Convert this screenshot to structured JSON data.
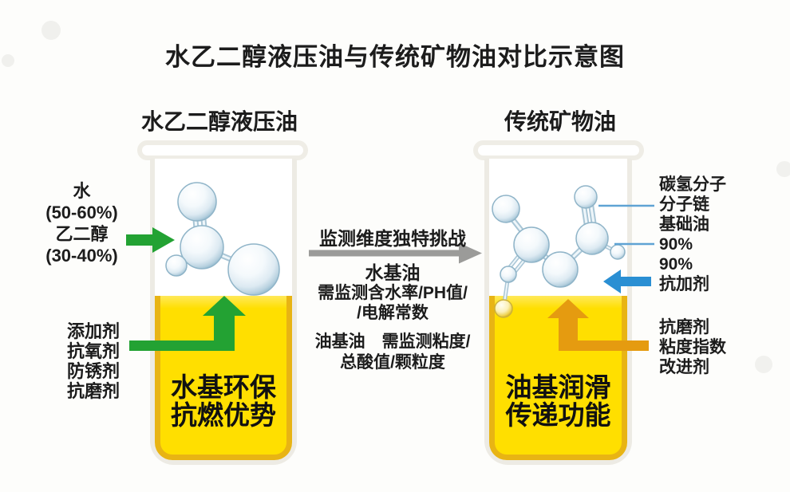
{
  "title": "水乙二醇液压油与传统矿物油对比示意图",
  "left": {
    "label": "水乙二醇液压油",
    "composition": [
      "水",
      "(50-60%)",
      "乙二醇",
      "(30-40%)"
    ],
    "additives": [
      "添加剂",
      "抗氧剂",
      "防锈剂",
      "抗磨剂"
    ],
    "highlight": [
      "水基环保",
      "抗燃优势"
    ]
  },
  "right": {
    "label": "传统矿物油",
    "molecule_labels": [
      "碳氢分子",
      "分子链",
      "基础油",
      "90%",
      "90%",
      "抗加剂"
    ],
    "additives": [
      "抗磨剂",
      "粘度指数",
      "改进剂"
    ],
    "highlight": [
      "油基润滑",
      "传递功能"
    ]
  },
  "center": {
    "heading": "监测维度独特挑战",
    "water_title": "水基油",
    "water_lines": [
      "需监测含水率/PH值/",
      "/电解常数"
    ],
    "oil_lines": [
      "油基油　需监测粘度/",
      "总酸值/颗粒度"
    ]
  },
  "colors": {
    "ink": "#1c1c1c",
    "green_arrow": "#23a233",
    "gray_arrow": "#9b9b99",
    "blue_arrow": "#2a8fd3",
    "blue_line": "#5fa3d4",
    "orange_arrow": "#e59b10",
    "liquid_yellow": "#ffdf00",
    "liquid_edge": "#e8b414"
  }
}
